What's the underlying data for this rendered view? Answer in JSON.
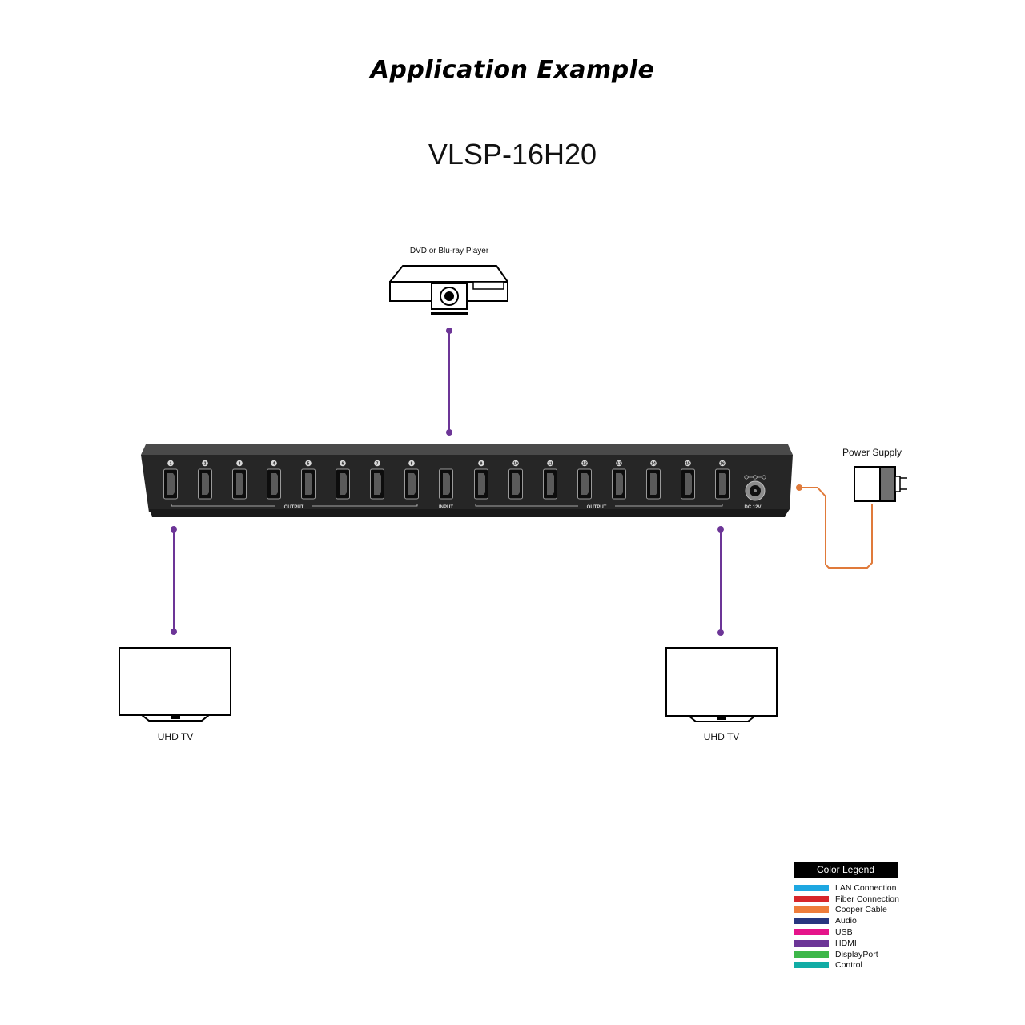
{
  "header": {
    "title": "Application Example",
    "model": "VLSP-16H20"
  },
  "devices": {
    "source": "DVD or Blu-ray Player",
    "power": "Power Supply",
    "tv_left": "UHD TV",
    "tv_right": "UHD TV"
  },
  "splitter": {
    "port_numbers": [
      "1",
      "2",
      "3",
      "4",
      "5",
      "6",
      "7",
      "8",
      "9",
      "10",
      "11",
      "12",
      "13",
      "14",
      "15",
      "16"
    ],
    "output_label_left": "OUTPUT",
    "input_label": "INPUT",
    "output_label_right": "OUTPUT",
    "dc_label": "DC 12V"
  },
  "legend": {
    "title": "Color Legend",
    "items": [
      {
        "label": "LAN Connection",
        "color": "#1ea7e1"
      },
      {
        "label": "Fiber Connection",
        "color": "#d7262b"
      },
      {
        "label": "Cooper Cable",
        "color": "#ee7d3b"
      },
      {
        "label": "Audio",
        "color": "#27367f"
      },
      {
        "label": "USB",
        "color": "#e5148a"
      },
      {
        "label": "HDMI",
        "color": "#6c3597"
      },
      {
        "label": "DisplayPort",
        "color": "#3db74a"
      },
      {
        "label": "Control",
        "color": "#11aca5"
      }
    ]
  },
  "colors": {
    "hdmi_line": "#6c3597",
    "power_line": "#e07a3a",
    "device_body": "#2a2a2a"
  }
}
